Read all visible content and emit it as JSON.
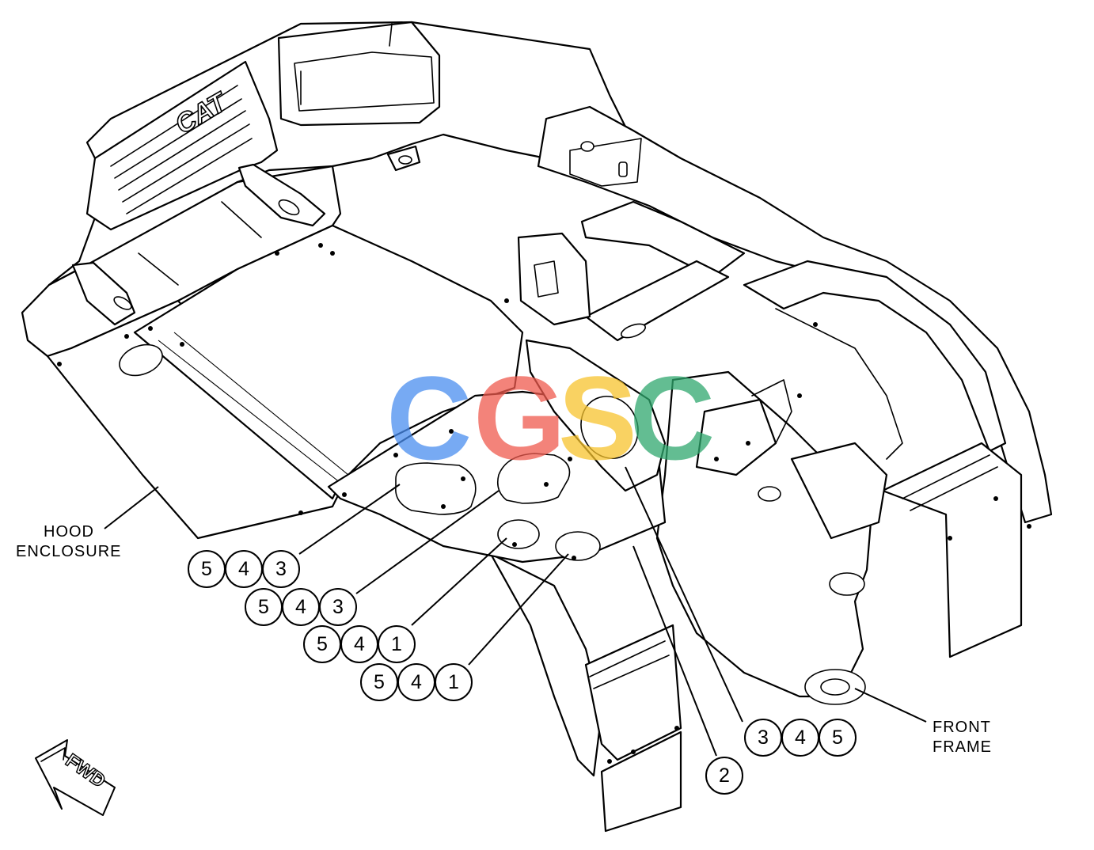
{
  "labels": {
    "hood_enclosure_line1": "HOOD",
    "hood_enclosure_line2": "ENCLOSURE",
    "front_frame_line1": "FRONT",
    "front_frame_line2": "FRAME",
    "fwd_arrow": "FWD",
    "brand_logo": "CAT"
  },
  "watermark": {
    "letters": [
      "C",
      "G",
      "S",
      "C"
    ],
    "colors": [
      "#4a8ef0",
      "#ef5a4e",
      "#f7c32e",
      "#2fa86e"
    ]
  },
  "callouts": {
    "group_a": [
      "5",
      "4",
      "3"
    ],
    "group_b": [
      "5",
      "4",
      "3"
    ],
    "group_c": [
      "5",
      "4",
      "1"
    ],
    "group_d": [
      "5",
      "4",
      "1"
    ],
    "group_e": [
      "3",
      "4",
      "5"
    ],
    "single": [
      "2"
    ]
  }
}
